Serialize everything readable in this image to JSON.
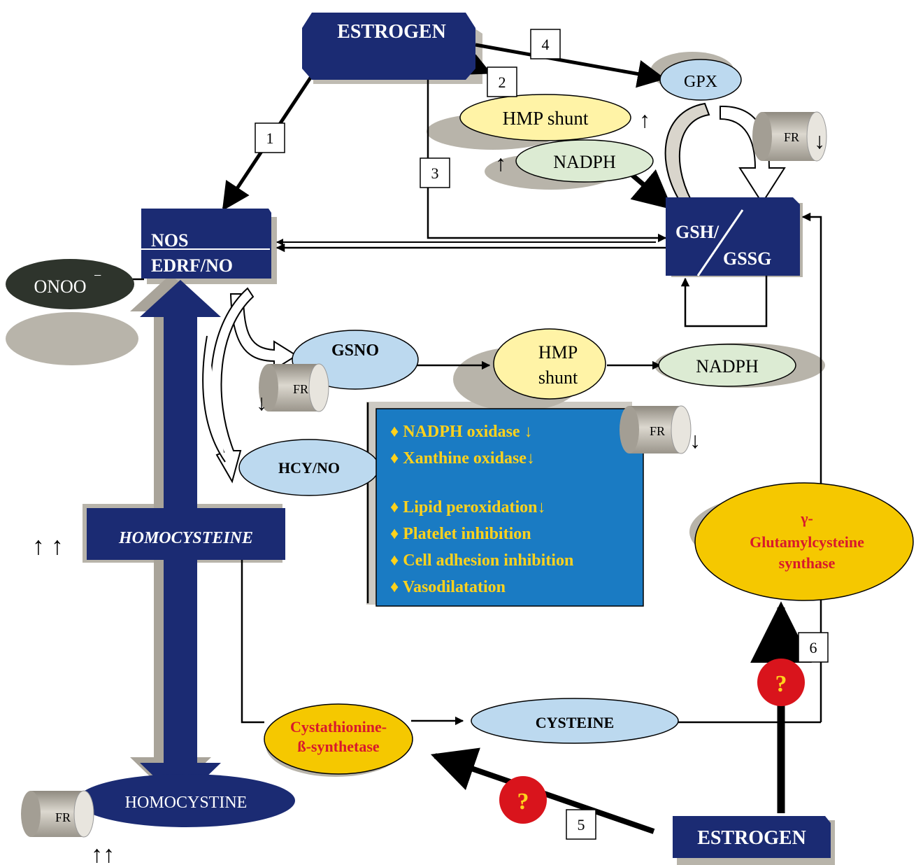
{
  "colors": {
    "navy": "#1b2b73",
    "light_blue": "#bcd9ef",
    "yellow": "#fff3a6",
    "light_green": "#dcebd3",
    "gold": "#f5c800",
    "effect_box": "#1a7bc3",
    "effect_text": "#ffd21c",
    "red_text": "#d8192c",
    "question_mark": "#d9141c",
    "dark_ellipse": "#2e342c",
    "shadow": "#b8b4aa"
  },
  "nodes": {
    "estrogen_top": "ESTROGEN",
    "estrogen_bottom": "ESTROGEN",
    "nos": "NOS",
    "edrf_no": "EDRF/NO",
    "gsh": "GSH/",
    "gssg": "GSSG",
    "gpx": "GPX",
    "hmp_shunt_top": "HMP shunt",
    "nadph_top": "NADPH",
    "onoo": "ONOO",
    "onoo_superscript": "−",
    "gsno": "GSNO",
    "hmp_shunt_mid_line1": "HMP",
    "hmp_shunt_mid_line2": "shunt",
    "nadph_mid": "NADPH",
    "hcy_no": "HCY/NO",
    "homocysteine": "HOMOCYSTEINE",
    "homocystine": "HOMOCYSTINE",
    "cystathionine_line1": "Cystathionine-",
    "cystathionine_line2": "ß-synthetase",
    "cysteine": "CYSTEINE",
    "glutamyl_line1": "γ-",
    "glutamyl_line2": "Glutamylcysteine",
    "glutamyl_line3": "synthase"
  },
  "free_radical_label": "FR",
  "question_mark": "?",
  "pathway_numbers": [
    "1",
    "2",
    "3",
    "4",
    "5",
    "6"
  ],
  "effects": [
    "♦ NADPH oxidase ↓",
    "♦ Xanthine oxidase↓",
    "♦ Lipid peroxidation↓",
    "♦ Platelet inhibition",
    "♦ Cell adhesion inhibition",
    "♦ Vasodilatation"
  ],
  "indicators": {
    "up": "↑",
    "down": "↓",
    "double_up": "↑ ↑",
    "double_up_tight": "↑↑"
  }
}
